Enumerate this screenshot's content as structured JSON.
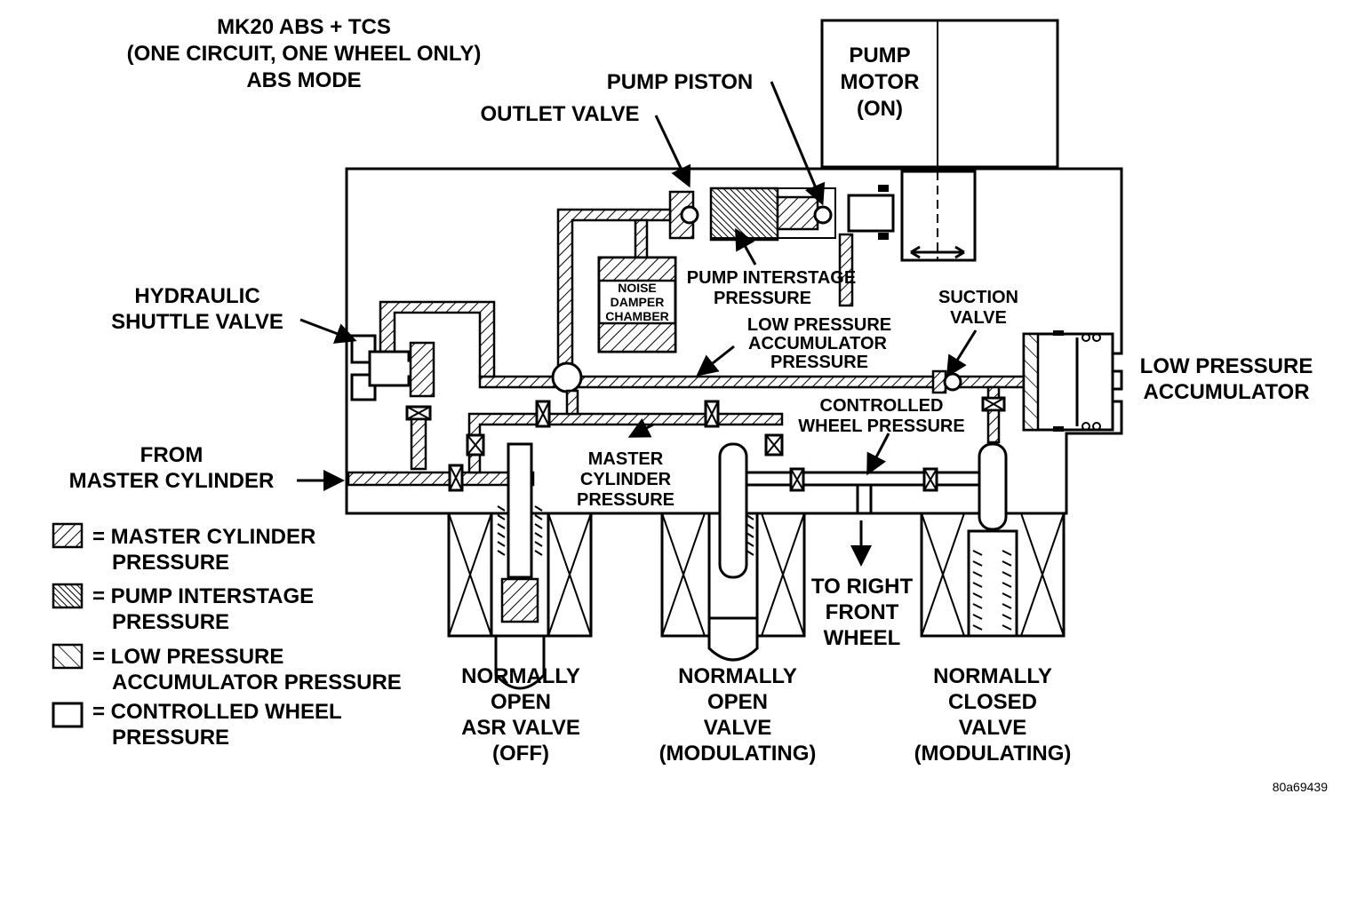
{
  "title": {
    "line1": "MK20 ABS + TCS",
    "line2": "(ONE CIRCUIT, ONE WHEEL ONLY)",
    "line3": "ABS MODE"
  },
  "labels": {
    "pump_motor": [
      "PUMP",
      "MOTOR",
      "(ON)"
    ],
    "pump_piston": "PUMP PISTON",
    "outlet_valve": "OUTLET VALVE",
    "hydraulic_shuttle_valve": [
      "HYDRAULIC",
      "SHUTTLE VALVE"
    ],
    "noise_damper_chamber": [
      "NOISE",
      "DAMPER",
      "CHAMBER"
    ],
    "pump_interstage_pressure": [
      "PUMP INTERSTAGE",
      "PRESSURE"
    ],
    "low_pressure_accumulator_pressure": [
      "LOW PRESSURE",
      "ACCUMULATOR",
      "PRESSURE"
    ],
    "suction_valve": [
      "SUCTION",
      "VALVE"
    ],
    "low_pressure_accumulator": [
      "LOW PRESSURE",
      "ACCUMULATOR"
    ],
    "from_master_cylinder": [
      "FROM",
      "MASTER CYLINDER"
    ],
    "controlled_wheel_pressure": [
      "CONTROLLED",
      "WHEEL PRESSURE"
    ],
    "master_cylinder_pressure": [
      "MASTER",
      "CYLINDER",
      "PRESSURE"
    ],
    "to_right_front_wheel": [
      "TO RIGHT",
      "FRONT",
      "WHEEL"
    ]
  },
  "valves": [
    {
      "lines": [
        "NORMALLY",
        "OPEN",
        "ASR VALVE",
        "(OFF)"
      ]
    },
    {
      "lines": [
        "NORMALLY",
        "OPEN",
        "VALVE",
        "(MODULATING)"
      ]
    },
    {
      "lines": [
        "NORMALLY",
        "CLOSED",
        "VALVE",
        "(MODULATING)"
      ]
    }
  ],
  "legend": [
    {
      "pattern": "master-cylinder-hatch",
      "lines": [
        "= MASTER CYLINDER",
        "PRESSURE"
      ]
    },
    {
      "pattern": "pump-interstage-hatch",
      "lines": [
        "= PUMP INTERSTAGE",
        "PRESSURE"
      ]
    },
    {
      "pattern": "low-pressure-hatch",
      "lines": [
        "= LOW PRESSURE",
        "ACCUMULATOR PRESSURE"
      ]
    },
    {
      "pattern": "blank",
      "lines": [
        "= CONTROLLED WHEEL",
        "PRESSURE"
      ]
    }
  ],
  "figure_id": "80a69439"
}
